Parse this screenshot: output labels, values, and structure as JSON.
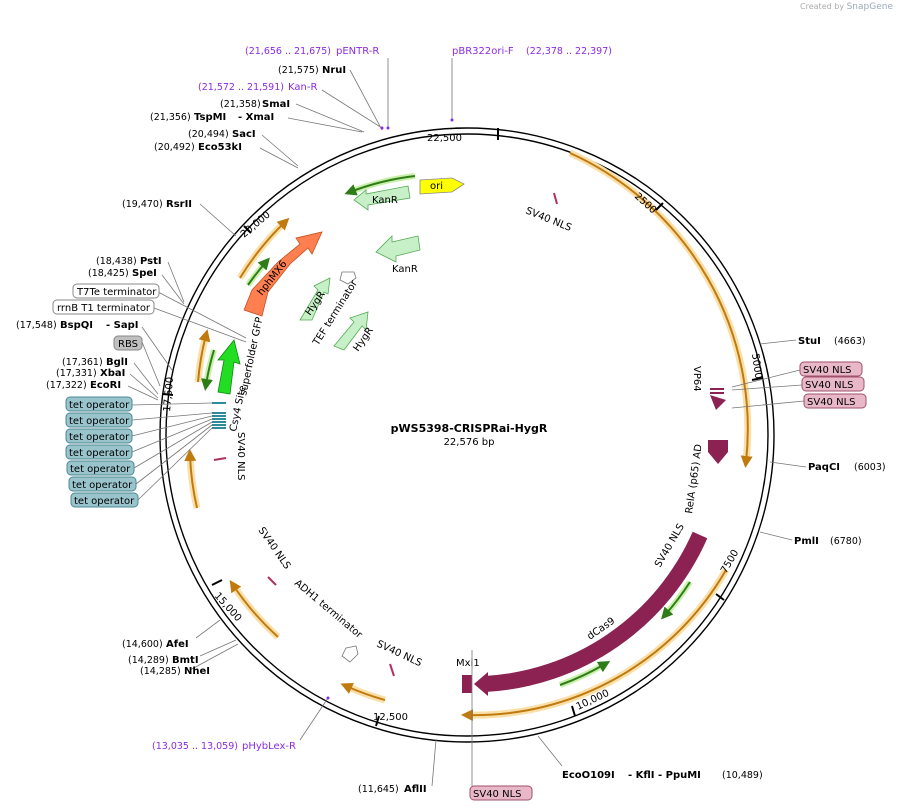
{
  "brand": {
    "created_by": "Created by",
    "name": "SnapGene"
  },
  "plasmid": {
    "name": "pWS5398-CRISPRai-HygR",
    "size": "22,576 bp"
  },
  "ticks": [
    "2500",
    "5000",
    "7500",
    "10,000",
    "12,500",
    "15,000",
    "17,500",
    "20,000",
    "22,500"
  ],
  "primers": [
    {
      "range": "(21,656 .. 21,675)",
      "name": "pENTR-R"
    },
    {
      "range": "(22,378 .. 22,397)",
      "name": "pBR322ori-F"
    },
    {
      "range": "(21,572 .. 21,591)",
      "name": "Kan-R"
    },
    {
      "range": "(13,035 .. 13,059)",
      "name": "pHybLex-R"
    }
  ],
  "enzymes": [
    {
      "pos": "(21,575)",
      "name": "NruI"
    },
    {
      "pos": "(21,358)",
      "name": "SmaI"
    },
    {
      "pos": "(21,356)",
      "name": "TspMI",
      "extra": "- XmaI"
    },
    {
      "pos": "(20,494)",
      "name": "SacI"
    },
    {
      "pos": "(20,492)",
      "name": "Eco53kI"
    },
    {
      "pos": "(19,470)",
      "name": "RsrII"
    },
    {
      "pos": "(18,438)",
      "name": "PstI"
    },
    {
      "pos": "(18,425)",
      "name": "SpeI"
    },
    {
      "pos": "(17,548)",
      "name": "BspQI",
      "extra": "- SapI"
    },
    {
      "pos": "(17,361)",
      "name": "BglI"
    },
    {
      "pos": "(17,331)",
      "name": "XbaI"
    },
    {
      "pos": "(17,322)",
      "name": "EcoRI"
    },
    {
      "pos": "(4663)",
      "name": "StuI"
    },
    {
      "pos": "(6003)",
      "name": "PaqCI"
    },
    {
      "pos": "(6780)",
      "name": "PmlI"
    },
    {
      "pos": "(10,489)",
      "name": "EcoO109I",
      "extra": "- KflI   - PpuMI"
    },
    {
      "pos": "(11,645)",
      "name": "AflII"
    },
    {
      "pos": "(14,600)",
      "name": "AfeI"
    },
    {
      "pos": "(14,289)",
      "name": "BmtI"
    },
    {
      "pos": "(14,285)",
      "name": "NheI"
    }
  ],
  "boxed_features": {
    "terminators": [
      "T7Te terminator",
      "rrnB T1 terminator"
    ],
    "rbs": "RBS",
    "tet_operators": [
      "tet operator",
      "tet operator",
      "tet operator",
      "tet operator",
      "tet operator",
      "tet operator",
      "tet operator"
    ],
    "sv40_right": [
      "SV40 NLS",
      "SV40 NLS",
      "SV40 NLS"
    ],
    "sv40_bottom": "SV40 NLS"
  },
  "features": {
    "ori": "ori",
    "kanr_outer": "KanR",
    "kanr_inner": "KanR",
    "hphmx6": "hphMX6",
    "hygr_1": "HygR",
    "hygr_2": "HygR",
    "tef_terminator": "TEF terminator",
    "sfgfp": "superfolder GFP",
    "csy4": "Csy4 Site",
    "sv40_nls_top": "SV40 NLS",
    "sv40_nls_left": "SV40 NLS",
    "sv40_nls_lower_left": "SV40 NLS",
    "sv40_nls_lower_mid": "SV40 NLS",
    "sv40_nls_dcas": "SV40 NLS",
    "vp64": "VP64",
    "rela": "RelA (p65) AD",
    "dcas9": "dCas9",
    "mxi1": "Mxi1",
    "adh1": "ADH1 terminator"
  },
  "colors": {
    "primer": "#8a2be2",
    "orange_gene": "#f0a030",
    "orange_halo": "#fae0a8",
    "green_gene": "#4aa02c",
    "dcas9": "#8b2252",
    "kanr": "#c8f0c8",
    "ori": "#ffff00",
    "hph": "#ff7f50",
    "gfp": "#22dd22",
    "tet_operator": "#99c4cc",
    "sv40": "#e8b8c8",
    "rbs": "#c0c0c0"
  }
}
